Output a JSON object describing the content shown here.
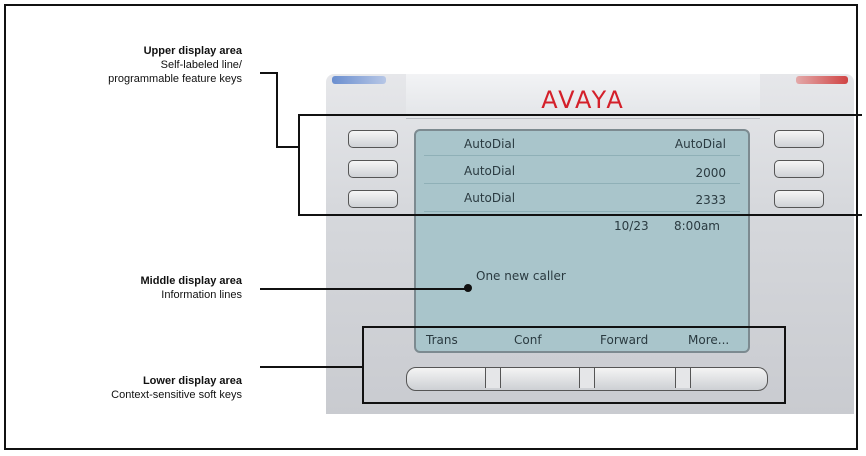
{
  "captions": {
    "upper": {
      "title": "Upper display area",
      "line1": "Self-labeled line/",
      "line2": "programmable feature keys"
    },
    "middle": {
      "title": "Middle display area",
      "line1": "Information lines"
    },
    "lower": {
      "title": "Lower display area",
      "line1": "Context-sensitive soft keys"
    }
  },
  "phone": {
    "logo": "AVAYA",
    "logo_color": "#d4202a",
    "screen_color": "#a9c5cb",
    "lines": [
      {
        "left": "AutoDial",
        "right": "AutoDial"
      },
      {
        "left": "AutoDial",
        "right": "2000"
      },
      {
        "left": "AutoDial",
        "right": "2333"
      }
    ],
    "date": "10/23",
    "time": "8:00am",
    "info": "One new caller",
    "softkeys": [
      "Trans",
      "Conf",
      "Forward",
      "More..."
    ]
  }
}
